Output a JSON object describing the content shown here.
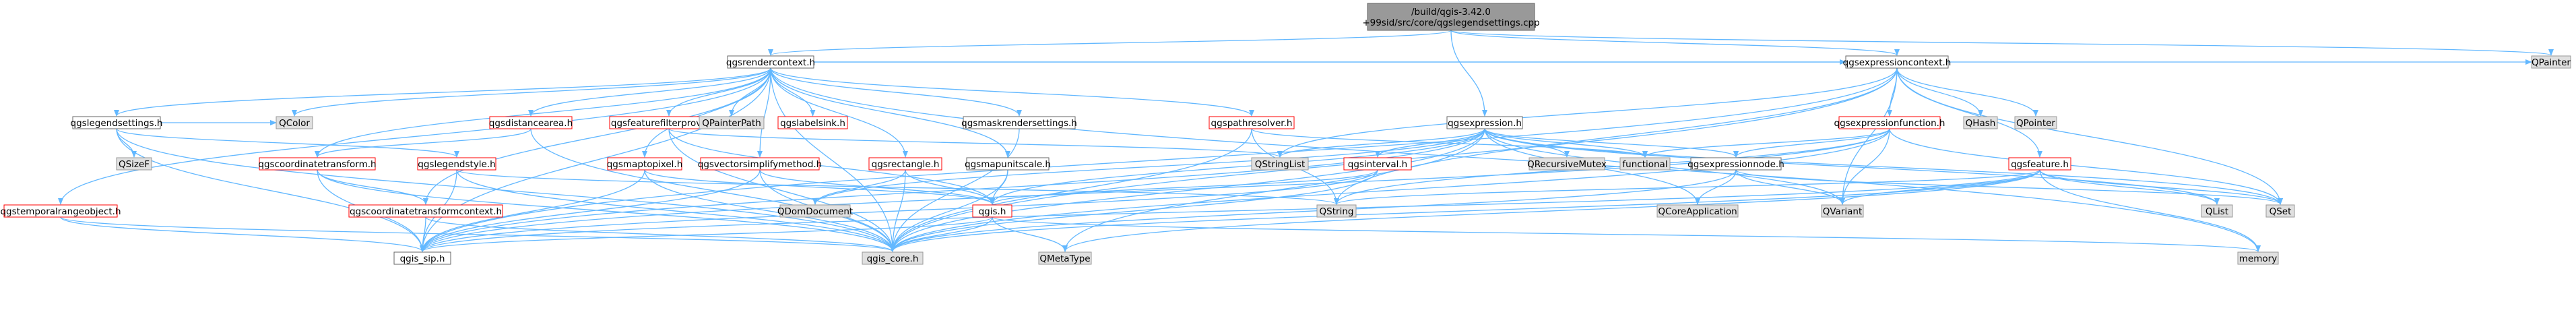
{
  "colors": {
    "edge": "#63b8ff",
    "root_fill": "#999999",
    "root_stroke": "#666666",
    "node_fill": "#ffffff",
    "node_stroke": "#666666",
    "redlink_stroke": "#ff0000",
    "ext_fill": "#e0e0e0",
    "ext_stroke": "#999999",
    "text": "#000000"
  },
  "nodes": {
    "root": {
      "lines": [
        "/build/qgis-3.42.0",
        "+99sid/src/core/qgslegendsettings.cpp"
      ],
      "kind": "root"
    },
    "renderctx": {
      "lines": [
        "qgsrendercontext.h"
      ],
      "kind": "normal"
    },
    "exprctx": {
      "lines": [
        "qgsexpressioncontext.h"
      ],
      "kind": "normal"
    },
    "qpainter": {
      "lines": [
        "QPainter"
      ],
      "kind": "ext"
    },
    "legendsettings": {
      "lines": [
        "qgslegendsettings.h"
      ],
      "kind": "normal"
    },
    "qcolor": {
      "lines": [
        "QColor"
      ],
      "kind": "ext"
    },
    "coordxform": {
      "lines": [
        "qgscoordinatetransform.h"
      ],
      "kind": "red"
    },
    "coordxformctx": {
      "lines": [
        "qgscoordinatetransformcontext.h"
      ],
      "kind": "red"
    },
    "distarea": {
      "lines": [
        "qgsdistancearea.h"
      ],
      "kind": "red"
    },
    "featfilt": {
      "lines": [
        "qgsfeaturefilterprovider.h"
      ],
      "kind": "red"
    },
    "qpainterpath": {
      "lines": [
        "QPainterPath"
      ],
      "kind": "ext"
    },
    "labelsink": {
      "lines": [
        "qgslabelsink.h"
      ],
      "kind": "red"
    },
    "maptopixel": {
      "lines": [
        "qgsmaptopixel.h"
      ],
      "kind": "red"
    },
    "vectorsimp": {
      "lines": [
        "qgsvectorsimplifymethod.h"
      ],
      "kind": "red"
    },
    "rectangle": {
      "lines": [
        "qgsrectangle.h"
      ],
      "kind": "red"
    },
    "mapunitscale": {
      "lines": [
        "qgsmapunitscale.h"
      ],
      "kind": "normal"
    },
    "maskrender": {
      "lines": [
        "qgsmaskrendersettings.h"
      ],
      "kind": "normal"
    },
    "pathresolver": {
      "lines": [
        "qgspathresolver.h"
      ],
      "kind": "red"
    },
    "expression": {
      "lines": [
        "qgsexpression.h"
      ],
      "kind": "normal"
    },
    "exprfunc": {
      "lines": [
        "qgsexpressionfunction.h"
      ],
      "kind": "red"
    },
    "qhash": {
      "lines": [
        "QHash"
      ],
      "kind": "ext"
    },
    "qpointer": {
      "lines": [
        "QPointer"
      ],
      "kind": "ext"
    },
    "tempobj": {
      "lines": [
        "qgstemporalrangeobject.h"
      ],
      "kind": "red"
    },
    "qsizef": {
      "lines": [
        "QSizeF"
      ],
      "kind": "ext"
    },
    "legendstyle": {
      "lines": [
        "qgslegendstyle.h"
      ],
      "kind": "red"
    },
    "qstringlist": {
      "lines": [
        "QStringList"
      ],
      "kind": "ext"
    },
    "qrecmutex": {
      "lines": [
        "QRecursiveMutex"
      ],
      "kind": "ext"
    },
    "functional": {
      "lines": [
        "functional"
      ],
      "kind": "ext"
    },
    "exprnode": {
      "lines": [
        "qgsexpressionnode.h"
      ],
      "kind": "normal"
    },
    "interval": {
      "lines": [
        "qgsinterval.h"
      ],
      "kind": "red"
    },
    "qgsfeature": {
      "lines": [
        "qgsfeature.h"
      ],
      "kind": "red"
    },
    "qdomdoc": {
      "lines": [
        "QDomDocument"
      ],
      "kind": "ext"
    },
    "qgish": {
      "lines": [
        "qgis.h"
      ],
      "kind": "red"
    },
    "qstring": {
      "lines": [
        "QString"
      ],
      "kind": "ext"
    },
    "qcoreapp": {
      "lines": [
        "QCoreApplication"
      ],
      "kind": "ext"
    },
    "qvariant": {
      "lines": [
        "QVariant"
      ],
      "kind": "ext"
    },
    "qlist": {
      "lines": [
        "QList"
      ],
      "kind": "ext"
    },
    "qset": {
      "lines": [
        "QSet"
      ],
      "kind": "ext"
    },
    "qgissip": {
      "lines": [
        "qgis_sip.h"
      ],
      "kind": "normal"
    },
    "qgiscore": {
      "lines": [
        "qgis_core.h"
      ],
      "kind": "ext"
    },
    "qmetatype": {
      "lines": [
        "QMetaType"
      ],
      "kind": "ext"
    },
    "memory": {
      "lines": [
        "memory"
      ],
      "kind": "ext"
    }
  },
  "edges": [
    [
      "root",
      "renderctx"
    ],
    [
      "root",
      "exprctx"
    ],
    [
      "root",
      "expression"
    ],
    [
      "root",
      "qpainter"
    ],
    [
      "renderctx",
      "legendsettings"
    ],
    [
      "renderctx",
      "qcolor"
    ],
    [
      "renderctx",
      "coordxform"
    ],
    [
      "renderctx",
      "coordxformctx"
    ],
    [
      "renderctx",
      "distarea"
    ],
    [
      "renderctx",
      "featfilt"
    ],
    [
      "renderctx",
      "qpainterpath"
    ],
    [
      "renderctx",
      "labelsink"
    ],
    [
      "renderctx",
      "maptopixel"
    ],
    [
      "renderctx",
      "vectorsimp"
    ],
    [
      "renderctx",
      "rectangle"
    ],
    [
      "renderctx",
      "mapunitscale"
    ],
    [
      "renderctx",
      "maskrender"
    ],
    [
      "renderctx",
      "pathresolver"
    ],
    [
      "renderctx",
      "exprctx"
    ],
    [
      "renderctx",
      "qpainter"
    ],
    [
      "renderctx",
      "tempobj"
    ],
    [
      "renderctx",
      "qgiscore"
    ],
    [
      "renderctx",
      "qgissip"
    ],
    [
      "renderctx",
      "memory"
    ],
    [
      "exprctx",
      "exprfunc"
    ],
    [
      "exprctx",
      "qgsfeature"
    ],
    [
      "exprctx",
      "qhash"
    ],
    [
      "exprctx",
      "qpointer"
    ],
    [
      "exprctx",
      "qstringlist"
    ],
    [
      "exprctx",
      "qstring"
    ],
    [
      "exprctx",
      "qvariant"
    ],
    [
      "exprctx",
      "qset"
    ],
    [
      "exprctx",
      "qgiscore"
    ],
    [
      "exprctx",
      "qgissip"
    ],
    [
      "legendsettings",
      "qsizef"
    ],
    [
      "legendsettings",
      "qcolor"
    ],
    [
      "legendsettings",
      "legendstyle"
    ],
    [
      "legendsettings",
      "qgiscore"
    ],
    [
      "legendsettings",
      "qgissip"
    ],
    [
      "coordxform",
      "coordxformctx"
    ],
    [
      "coordxform",
      "qgiscore"
    ],
    [
      "coordxform",
      "qgissip"
    ],
    [
      "coordxformctx",
      "qgiscore"
    ],
    [
      "coordxformctx",
      "qgissip"
    ],
    [
      "distarea",
      "coordxform"
    ],
    [
      "distarea",
      "qgiscore"
    ],
    [
      "featfilt",
      "qstringlist"
    ],
    [
      "featfilt",
      "qgiscore"
    ],
    [
      "featfilt",
      "qgish"
    ],
    [
      "maptopixel",
      "qgiscore"
    ],
    [
      "maptopixel",
      "qgissip"
    ],
    [
      "maptopixel",
      "qgish"
    ],
    [
      "vectorsimp",
      "qgiscore"
    ],
    [
      "vectorsimp",
      "qgissip"
    ],
    [
      "vectorsimp",
      "qgish"
    ],
    [
      "rectangle",
      "qgiscore"
    ],
    [
      "rectangle",
      "qdomdoc"
    ],
    [
      "rectangle",
      "qgish"
    ],
    [
      "mapunitscale",
      "qgiscore"
    ],
    [
      "mapunitscale",
      "qgish"
    ],
    [
      "maskrender",
      "qgiscore"
    ],
    [
      "pathresolver",
      "qgiscore"
    ],
    [
      "pathresolver",
      "qstring"
    ],
    [
      "pathresolver",
      "functional"
    ],
    [
      "expression",
      "qstringlist"
    ],
    [
      "expression",
      "qrecmutex"
    ],
    [
      "expression",
      "functional"
    ],
    [
      "expression",
      "exprnode"
    ],
    [
      "expression",
      "interval"
    ],
    [
      "expression",
      "qgish"
    ],
    [
      "expression",
      "qgiscore"
    ],
    [
      "expression",
      "qgissip"
    ],
    [
      "expression",
      "qvariant"
    ],
    [
      "expression",
      "qcoreapp"
    ],
    [
      "expression",
      "qdomdoc"
    ],
    [
      "expression",
      "qlist"
    ],
    [
      "expression",
      "qset"
    ],
    [
      "expression",
      "qmetatype"
    ],
    [
      "exprfunc",
      "functional"
    ],
    [
      "exprfunc",
      "exprnode"
    ],
    [
      "exprfunc",
      "qgiscore"
    ],
    [
      "exprfunc",
      "qgissip"
    ],
    [
      "exprfunc",
      "qstring"
    ],
    [
      "exprfunc",
      "qvariant"
    ],
    [
      "exprfunc",
      "qset"
    ],
    [
      "exprnode",
      "qgiscore"
    ],
    [
      "exprnode",
      "qcoreapp"
    ],
    [
      "exprnode",
      "qvariant"
    ],
    [
      "exprnode",
      "qset"
    ],
    [
      "interval",
      "qgish"
    ],
    [
      "interval",
      "qgiscore"
    ],
    [
      "interval",
      "qgissip"
    ],
    [
      "qgsfeature",
      "qgiscore"
    ],
    [
      "qgsfeature",
      "qgissip"
    ],
    [
      "qgsfeature",
      "qlist"
    ],
    [
      "qgsfeature",
      "qvariant"
    ],
    [
      "qgsfeature",
      "qset"
    ],
    [
      "qgsfeature",
      "memory"
    ],
    [
      "qgsfeature",
      "qmetatype"
    ],
    [
      "qgsfeature",
      "qstring"
    ],
    [
      "tempobj",
      "qgiscore"
    ],
    [
      "tempobj",
      "qgissip"
    ],
    [
      "legendstyle",
      "qgiscore"
    ],
    [
      "legendstyle",
      "qgissip"
    ],
    [
      "legendstyle",
      "qstring"
    ],
    [
      "qgish",
      "qgissip"
    ],
    [
      "qgish",
      "qgiscore"
    ],
    [
      "qgish",
      "qmetatype"
    ],
    [
      "qgish",
      "memory"
    ]
  ]
}
